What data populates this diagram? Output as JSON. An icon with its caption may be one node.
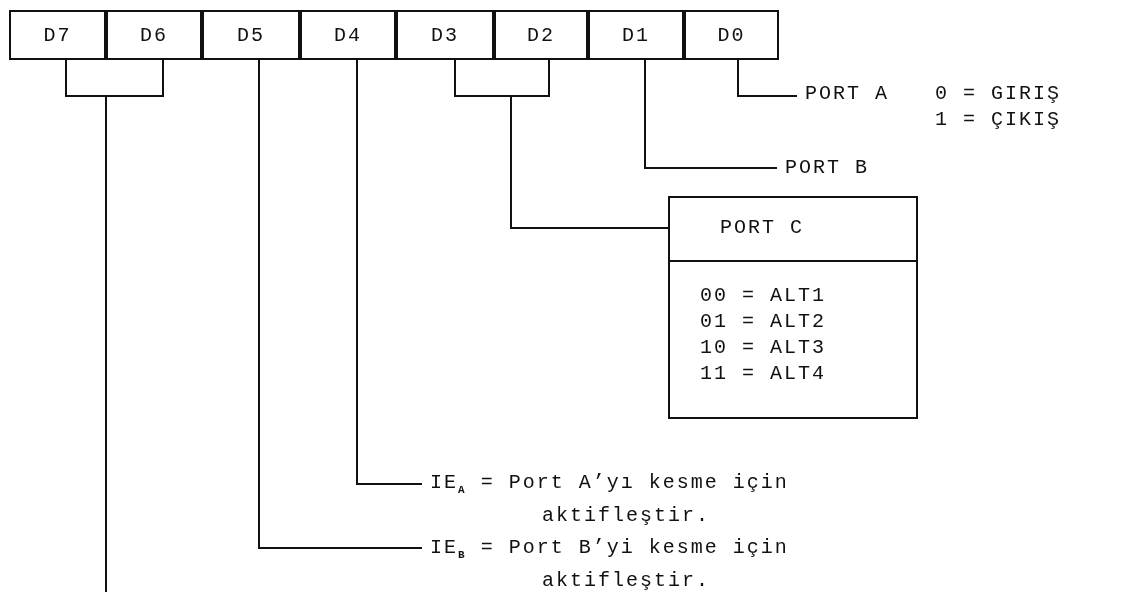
{
  "diagram": {
    "nodes": [
      {
        "text": [
          "D7"
        ]
      },
      {
        "text": [
          "D6"
        ]
      },
      {
        "text": [
          "D5"
        ]
      },
      {
        "text": [
          "D4"
        ]
      },
      {
        "text": [
          "D3"
        ]
      },
      {
        "text": [
          "D2"
        ]
      },
      {
        "text": [
          "D1"
        ]
      },
      {
        "text": [
          "D0"
        ]
      },
      {
        "text": [
          "PORT A",
          "0 = GIRIŞ",
          "1 = ÇIKIŞ"
        ]
      },
      {
        "text": [
          "PORT B"
        ]
      },
      {
        "text": [
          "PORT C",
          "00 = ALT1",
          "01 = ALT2",
          "10 = ALT3",
          "11 = ALT4"
        ]
      },
      {
        "text": [
          "IE$_{A}$ = Port A’yı kesme için aktifleştir."
        ]
      },
      {
        "text": [
          "IE$_{B}$ = Port B’yi kesme için aktifleştir."
        ]
      }
    ],
    "edges": [
      {
        "from": 7,
        "to": 8,
        "arrow": "none"
      },
      {
        "from": 6,
        "to": 9,
        "arrow": "none"
      },
      {
        "from": 4,
        "to": 10,
        "arrow": "none"
      },
      {
        "from": 5,
        "to": 10,
        "arrow": "none"
      },
      {
        "from": 3,
        "to": 11,
        "arrow": "none"
      },
      {
        "from": 2,
        "to": 12,
        "arrow": "none"
      },
      {
        "from": 0,
        "to": null,
        "arrow": "none"
      },
      {
        "from": 1,
        "to": null,
        "arrow": "none"
      }
    ]
  }
}
